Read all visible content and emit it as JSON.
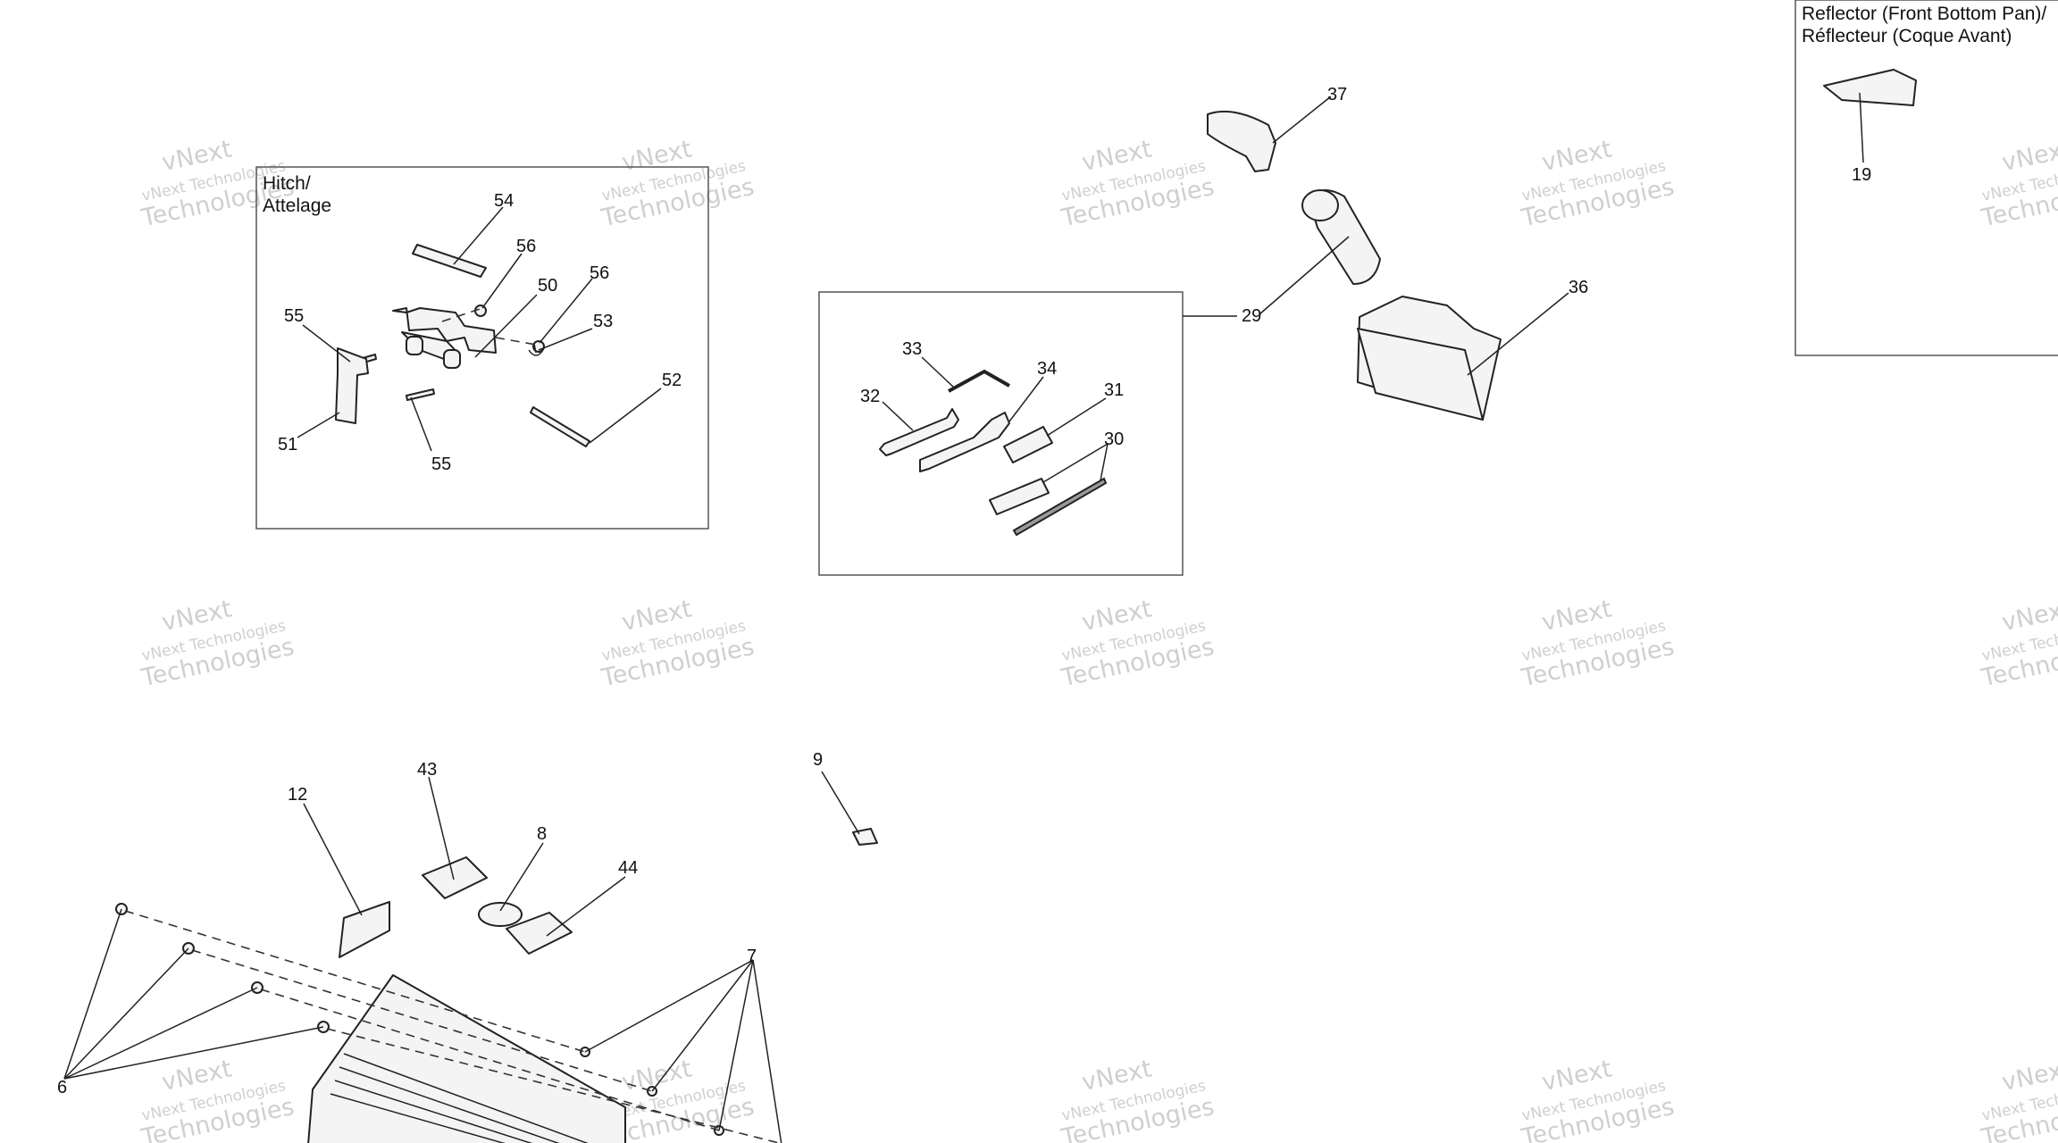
{
  "watermark": {
    "line1": "vNext Technologies",
    "line2": "vNext",
    "line3": "Technologies"
  },
  "boxes": {
    "hitch": {
      "title_line1": "Hitch/",
      "title_line2": "Attelage"
    },
    "reflector": {
      "title_line1": "Reflector (Front Bottom Pan)/",
      "title_line2": "Réflecteur (Coque Avant)"
    }
  },
  "callouts": {
    "c54": "54",
    "c56a": "56",
    "c50": "50",
    "c56b": "56",
    "c55a": "55",
    "c53": "53",
    "c52": "52",
    "c51": "51",
    "c55b": "55",
    "c33": "33",
    "c34": "34",
    "c32": "32",
    "c31": "31",
    "c30": "30",
    "c37": "37",
    "c29": "29",
    "c36": "36",
    "c19": "19",
    "c12": "12",
    "c43": "43",
    "c8": "8",
    "c44": "44",
    "c9": "9",
    "c7": "7",
    "c6": "6"
  }
}
